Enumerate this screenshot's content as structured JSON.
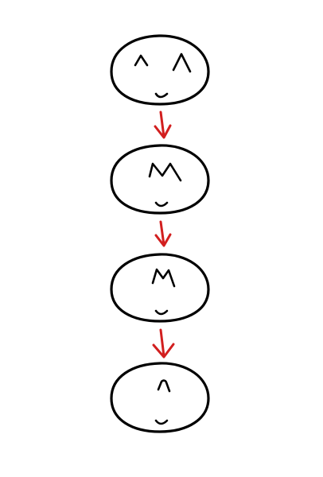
{
  "diagram": {
    "type": "vertical-sequence",
    "stroke_color": "#000000",
    "arrow_color": "#d21f1f",
    "background_color": "#ffffff",
    "stages": [
      {
        "id": "stage-1",
        "features": "two-separate-peaks"
      },
      {
        "id": "stage-2",
        "features": "wide-merged-m"
      },
      {
        "id": "stage-3",
        "features": "narrow-merged-m"
      },
      {
        "id": "stage-4",
        "features": "single-peak"
      }
    ],
    "arrows": [
      {
        "from": "stage-1",
        "to": "stage-2"
      },
      {
        "from": "stage-2",
        "to": "stage-3"
      },
      {
        "from": "stage-3",
        "to": "stage-4"
      }
    ]
  }
}
